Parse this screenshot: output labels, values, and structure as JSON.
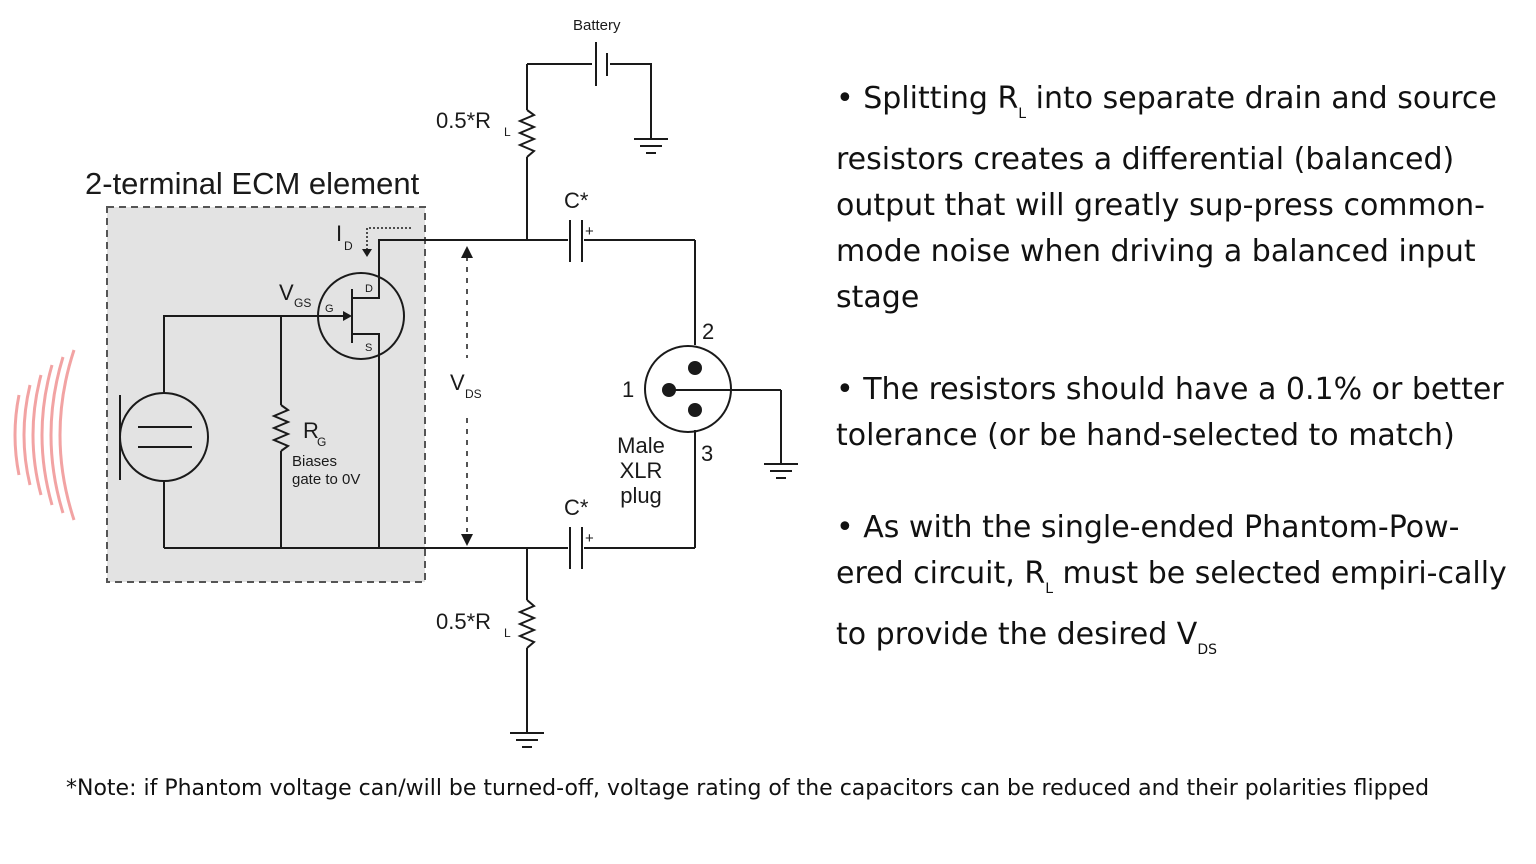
{
  "diagram": {
    "battery_label": "Battery",
    "resistor_top_label": "0.5*R",
    "resistor_top_sub": "L",
    "resistor_bottom_label": "0.5*R",
    "resistor_bottom_sub": "L",
    "ecm_title": "2-terminal ECM element",
    "cap_top_label": "C*",
    "cap_bottom_label": "C*",
    "cap_plus": "+",
    "id_label": "I",
    "id_sub": "D",
    "vgs_label": "V",
    "vgs_sub": "GS",
    "fet_g": "G",
    "fet_d": "D",
    "fet_s": "S",
    "vds_label": "V",
    "vds_sub": "DS",
    "rg_label": "R",
    "rg_sub": "G",
    "rg_note_line1": "Biases",
    "rg_note_line2": "gate to 0V",
    "xlr_pin1": "1",
    "xlr_pin2": "2",
    "xlr_pin3": "3",
    "xlr_label_line1": "Male",
    "xlr_label_line2": "XLR",
    "xlr_label_line3": "plug"
  },
  "bullets": [
    {
      "pre": "• Splitting R",
      "sub": "L",
      "post": " into separate drain and source resistors creates a differential (balanced) output that will greatly sup-press common-mode noise when driving a balanced input stage"
    },
    {
      "pre": "• The resistors should have a 0.1% or better tolerance (or be hand-selected to match)",
      "sub": "",
      "post": ""
    },
    {
      "pre": "• As with the single-ended Phantom-Pow-ered circuit, R",
      "sub": "L",
      "post": " must be selected empiri-cally to provide the desired V",
      "sub2": "DS"
    }
  ],
  "footnote": "*Note: if Phantom voltage can/will be turned-off, voltage rating of the capacitors can be reduced and their polarities flipped",
  "colors": {
    "ecm_box_fill": "#e3e3e3",
    "sound_waves": "#f2a3a3",
    "wire": "#1a1a1a"
  }
}
